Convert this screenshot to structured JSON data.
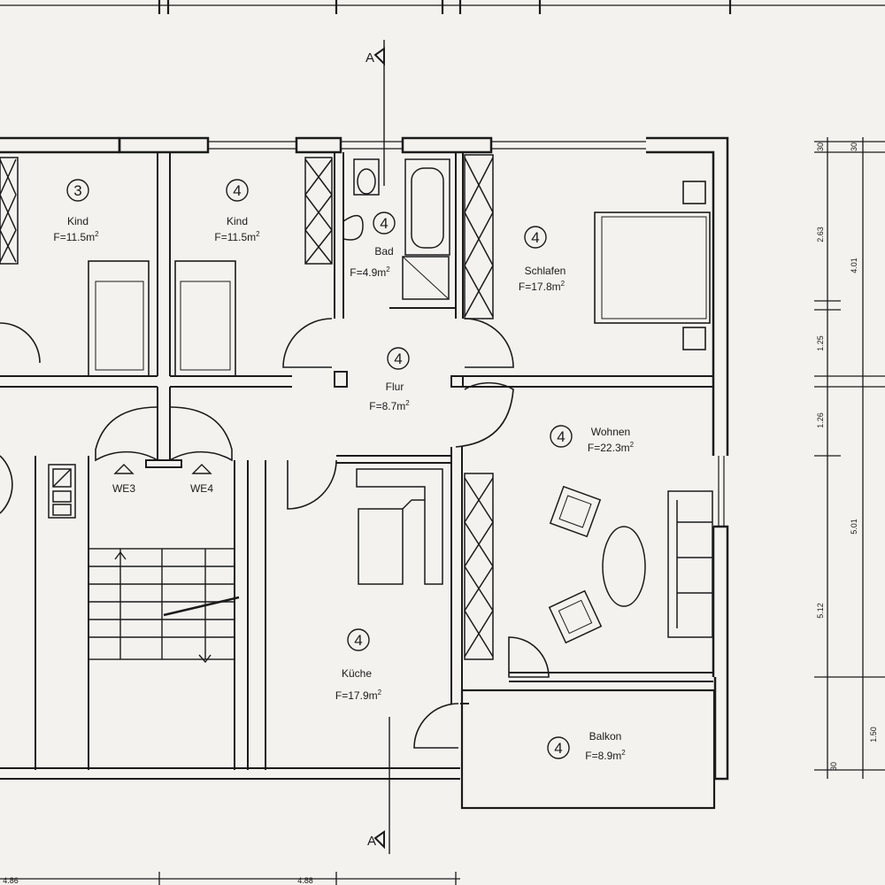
{
  "section_marker": "A",
  "rooms": [
    {
      "id": "kind3",
      "number": "3",
      "name": "Kind",
      "area": "F=11.5m",
      "exp": "2"
    },
    {
      "id": "kind4",
      "number": "4",
      "name": "Kind",
      "area": "F=11.5m",
      "exp": "2"
    },
    {
      "id": "bad",
      "number": "4",
      "name": "Bad",
      "area": "F=4.9m",
      "exp": "2"
    },
    {
      "id": "schlafen",
      "number": "4",
      "name": "Schlafen",
      "area": "F=17.8m",
      "exp": "2"
    },
    {
      "id": "flur",
      "number": "4",
      "name": "Flur",
      "area": "F=8.7m",
      "exp": "2"
    },
    {
      "id": "wohnen",
      "number": "4",
      "name": "Wohnen",
      "area": "F=22.3m",
      "exp": "2"
    },
    {
      "id": "kueche",
      "number": "4",
      "name": "Küche",
      "area": "F=17.9m",
      "exp": "2"
    },
    {
      "id": "balkon",
      "number": "4",
      "name": "Balkon",
      "area": "F=8.9m",
      "exp": "2"
    }
  ],
  "unit_entries": [
    "WE3",
    "WE4"
  ],
  "dimensions": {
    "outer": [
      "30",
      "4.01",
      "5.01",
      "30"
    ],
    "inner": [
      "30",
      "2.63",
      "1.25",
      "1.26",
      "5.12",
      "1.50"
    ],
    "bottom": [
      "4.86",
      "4.88"
    ]
  }
}
